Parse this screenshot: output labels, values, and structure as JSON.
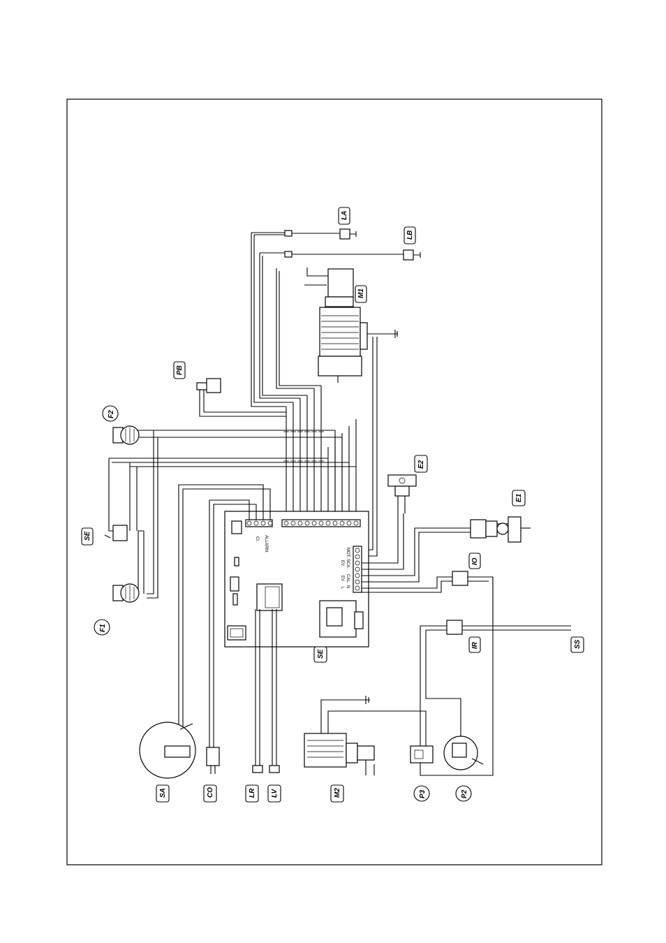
{
  "components": {
    "LA": "LA",
    "LB": "LB",
    "M1": "M1",
    "PB": "PB",
    "F2": "F2",
    "F1": "F1",
    "SE_left": "SE",
    "SE_board": "SE",
    "E2": "E2",
    "E1": "E1",
    "IO": "IO",
    "IR": "IR",
    "SS": "SS",
    "SA": "SA",
    "CO": "CO",
    "LR": "LR",
    "LV": "LV",
    "M2": "M2",
    "P3": "P3",
    "P2": "P2"
  },
  "board_labels": {
    "cl": "Cl.",
    "allarm": "ALLARM.",
    "mot": "MOT.",
    "sca": "SCA.",
    "ev": "EV.",
    "cal": "CAL.",
    "ev_l": "EV",
    "ev2": "EV",
    "l_lab": "L",
    "n_lab": "N"
  },
  "colors": {
    "line": "#000000",
    "background": "#ffffff"
  }
}
